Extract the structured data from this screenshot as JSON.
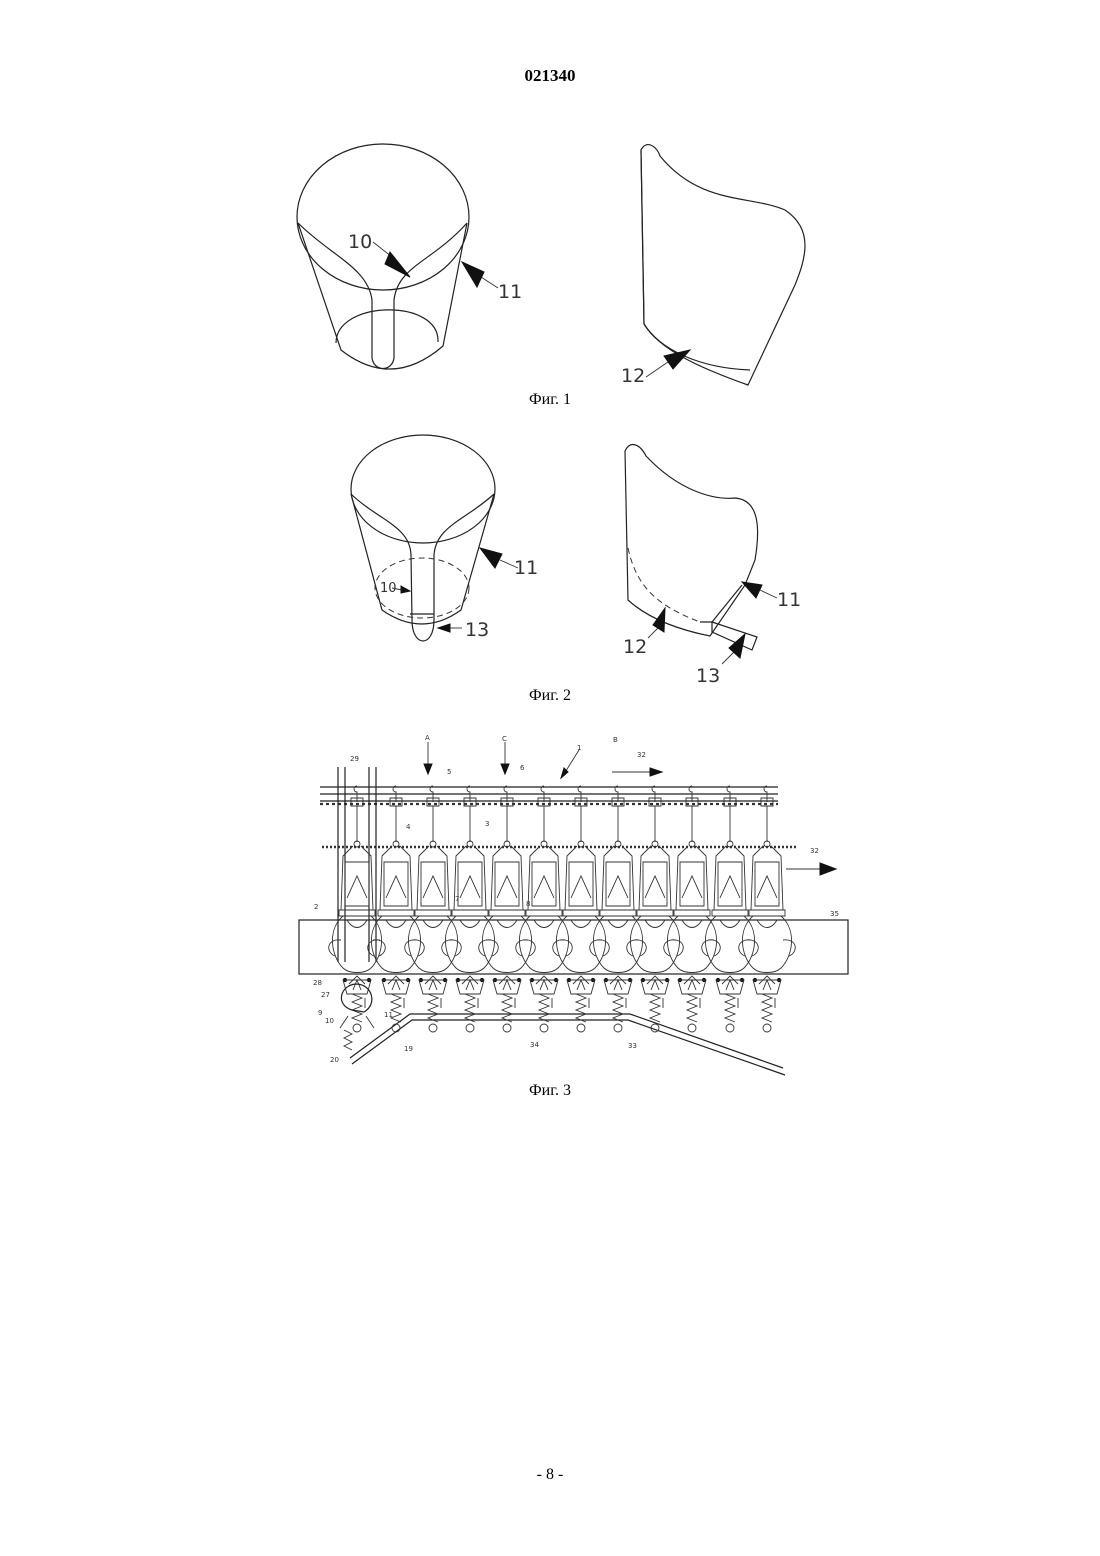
{
  "document": {
    "number": "021340",
    "page_number": "- 8 -"
  },
  "figures": [
    {
      "caption": "Фиг. 1",
      "labels": {
        "cup_insert": "10",
        "cup_body": "11",
        "side_edge": "12"
      }
    },
    {
      "caption": "Фиг. 2",
      "labels": {
        "insert": "10",
        "body_front": "11",
        "tab_front": "13",
        "body_side": "11",
        "edge_side": "12",
        "tab_side": "13"
      }
    },
    {
      "caption": "Фиг. 3",
      "labels": {
        "A": "A",
        "C": "C",
        "B": "B",
        "l1": "1",
        "l32a": "32",
        "l29": "29",
        "l5": "5",
        "l6": "6",
        "l4": "4",
        "l3": "3",
        "l32b": "32",
        "l2": "2",
        "l7": "7",
        "l8": "8",
        "l35": "35",
        "l28": "28",
        "l27": "27",
        "l9": "9",
        "l10": "10",
        "l11": "11",
        "l20": "20",
        "l19": "19",
        "l34": "34",
        "l33": "33"
      }
    }
  ]
}
